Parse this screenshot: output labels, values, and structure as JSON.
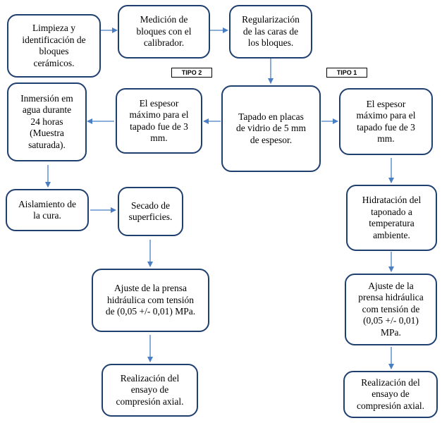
{
  "boxes": {
    "limpieza": "Limpieza y\nidentificación de\nbloques\ncerámicos.",
    "medicion": "Medición de\nbloques con el\ncalibrador.",
    "regularizacion": "Regularización\nde las caras de\nlos bloques.",
    "tapado": "Tapado en placas\nde vidrio de 5 mm\nde espesor.",
    "espesor_tipo2": "El espesor\nmáximo para el\ntapado fue de 3\nmm.",
    "espesor_tipo1": "El espesor\nmáximo para el\ntapado fue de 3\nmm.",
    "inmersion": "Inmersión em\nagua durante\n24 horas\n(Muestra\nsaturada).",
    "aislamiento": "Aislamiento de\nla cura.",
    "secado": "Secado de\nsuperficies.",
    "ajuste_tipo2": "Ajuste de la prensa\nhidráulica com tensión\nde (0,05 +/- 0,01) MPa.",
    "realizacion_tipo2": "Realización del\nensayo de\ncompresión axial.",
    "hidratacion": "Hidratación del\ntaponado a\ntemperatura\nambiente.",
    "ajuste_tipo1": "Ajuste de la\nprensa hidráulica\ncom tensión de\n(0,05 +/- 0,01)\nMPa.",
    "realizacion_tipo1": "Realización del\nensayo de\ncompresión axial."
  },
  "tags": {
    "tipo2": "TIPO 2",
    "tipo1": "TIPO 1"
  },
  "colors": {
    "box_border": "#1f3f6e",
    "arrow": "#4a7ec4"
  }
}
